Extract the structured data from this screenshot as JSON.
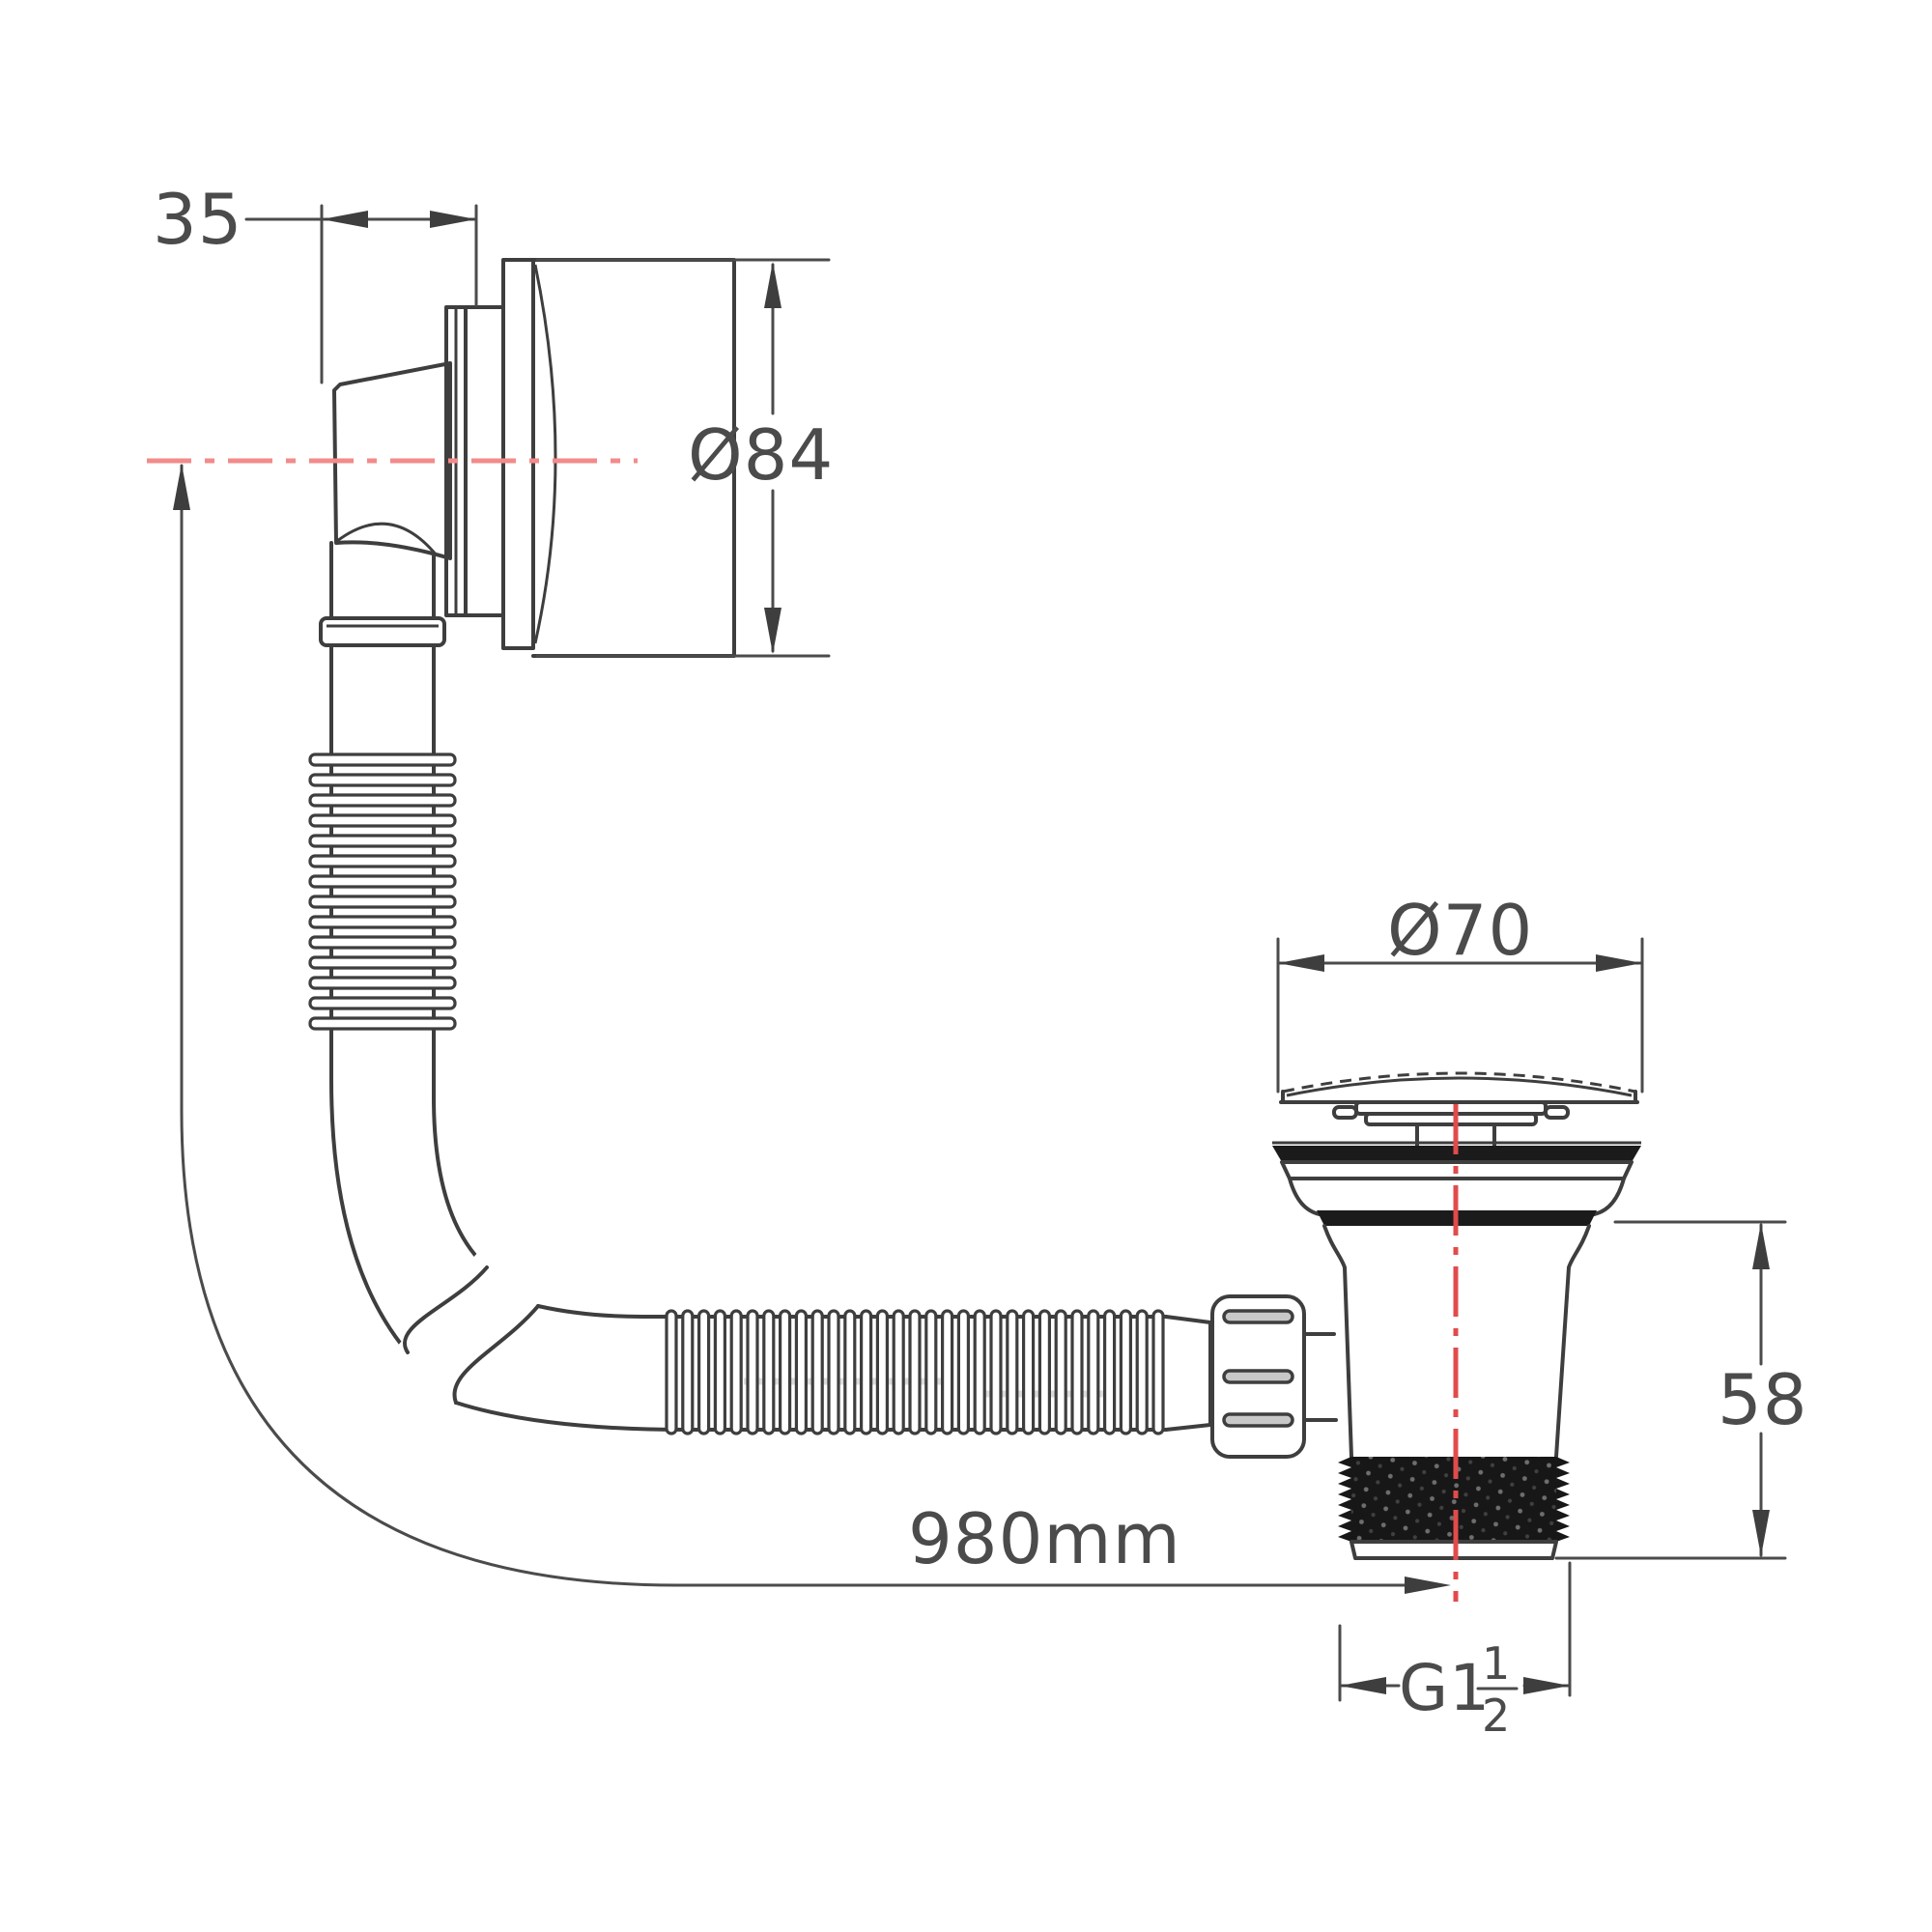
{
  "dims": {
    "overflow_face_depth": "35",
    "overflow_diameter": "Ø84",
    "plug_diameter": "Ø70",
    "waste_body_height": "58",
    "hose_length": "980mm",
    "thread_prefix": "G1",
    "thread_frac_num": "1",
    "thread_frac_den": "2"
  },
  "colors": {
    "line": "#3e3e3e",
    "dimension": "#4b4b4b",
    "centerline_light_red": "#f28b8b",
    "centerline_red": "#e24b4b",
    "knurl_black": "#171717",
    "background": "#ffffff"
  }
}
